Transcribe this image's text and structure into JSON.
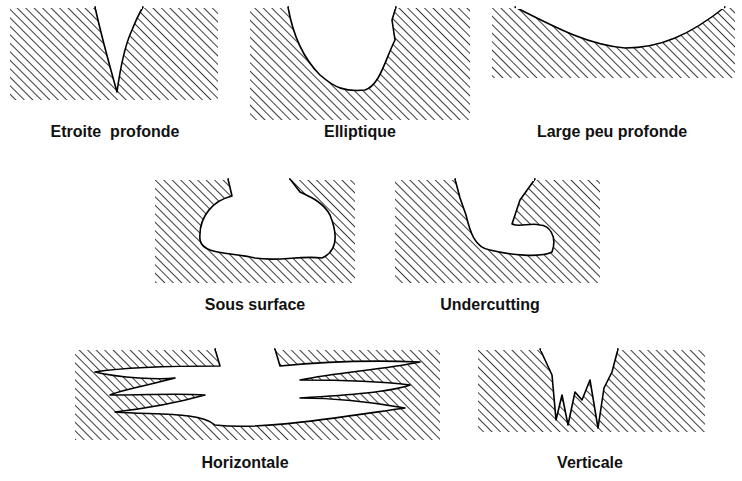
{
  "diagram": {
    "labels": [
      "Etroite  profonde",
      "Elliptique",
      "Large peu profonde",
      "Sous surface",
      "Undercutting",
      "Horizontale",
      "Verticale"
    ]
  }
}
